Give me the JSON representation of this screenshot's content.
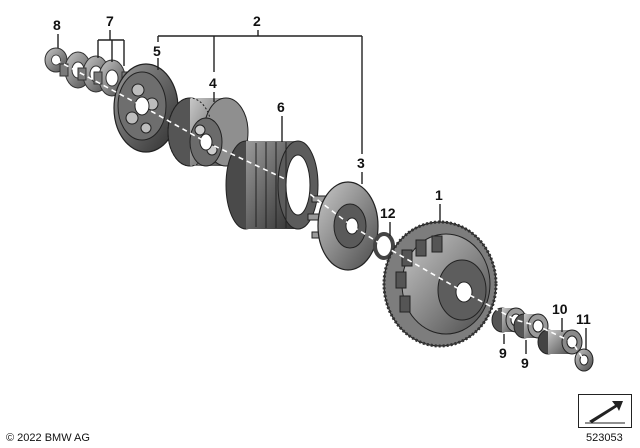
{
  "callouts": {
    "c1": "1",
    "c2": "2",
    "c3": "3",
    "c4": "4",
    "c5": "5",
    "c6": "6",
    "c7": "7",
    "c8": "8",
    "c9a": "9",
    "c9b": "9",
    "c10": "10",
    "c11": "11",
    "c12": "12"
  },
  "footer": {
    "copyright": "© 2022 BMW AG",
    "diagram_number": "523053"
  },
  "icons": {
    "nav": "arrow-icon"
  },
  "colors": {
    "part_dark": "#3a3a3a",
    "part_mid": "#7a7a7a",
    "part_light": "#b5b5b5",
    "ink": "#111111"
  }
}
